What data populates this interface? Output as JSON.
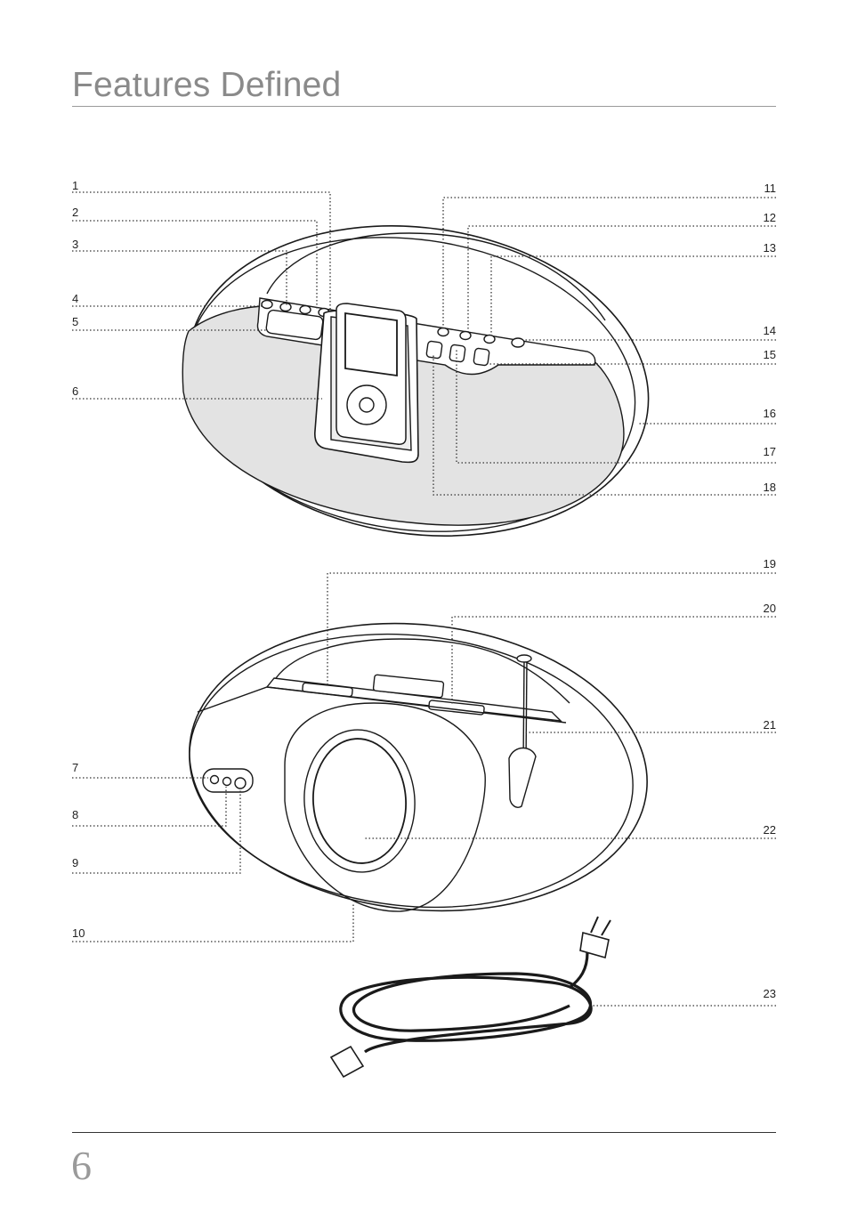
{
  "header": {
    "title": "Features Defined"
  },
  "footer": {
    "page_number": "6"
  },
  "callouts": [
    "1",
    "2",
    "3",
    "4",
    "5",
    "6",
    "7",
    "8",
    "9",
    "10",
    "11",
    "12",
    "13",
    "14",
    "15",
    "16",
    "17",
    "18",
    "19",
    "20",
    "21",
    "22",
    "23"
  ]
}
